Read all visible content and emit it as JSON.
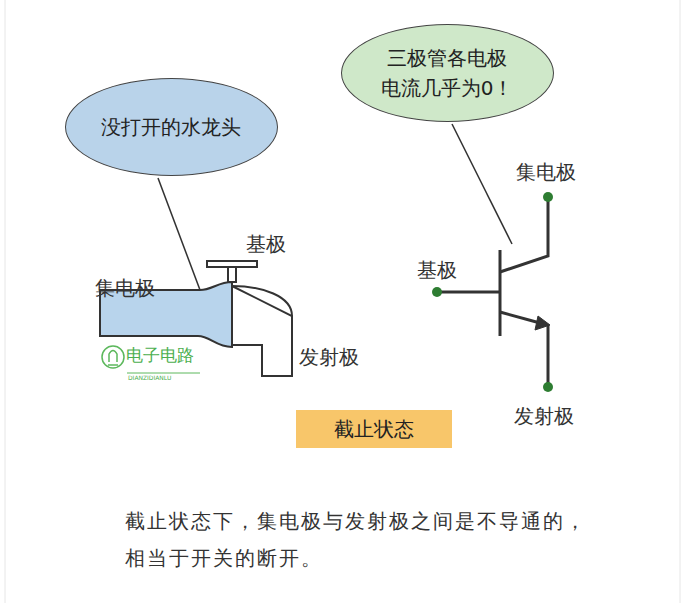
{
  "diagram": {
    "caption": "截止状态下，集电极与发射极之间是不导通的，相当于开关的断开。",
    "nodes": [
      {
        "text": [
          "没打开的水龙头"
        ]
      },
      {
        "text": [
          "三极管各电极 电流几乎为0！"
        ]
      },
      {
        "text": [
          "截止状态"
        ]
      }
    ],
    "labels": [
      "基极",
      "集电极",
      "发射极",
      "电子电路",
      "DIANZIDIANLU",
      "集电极",
      "基极",
      "发射极"
    ]
  }
}
